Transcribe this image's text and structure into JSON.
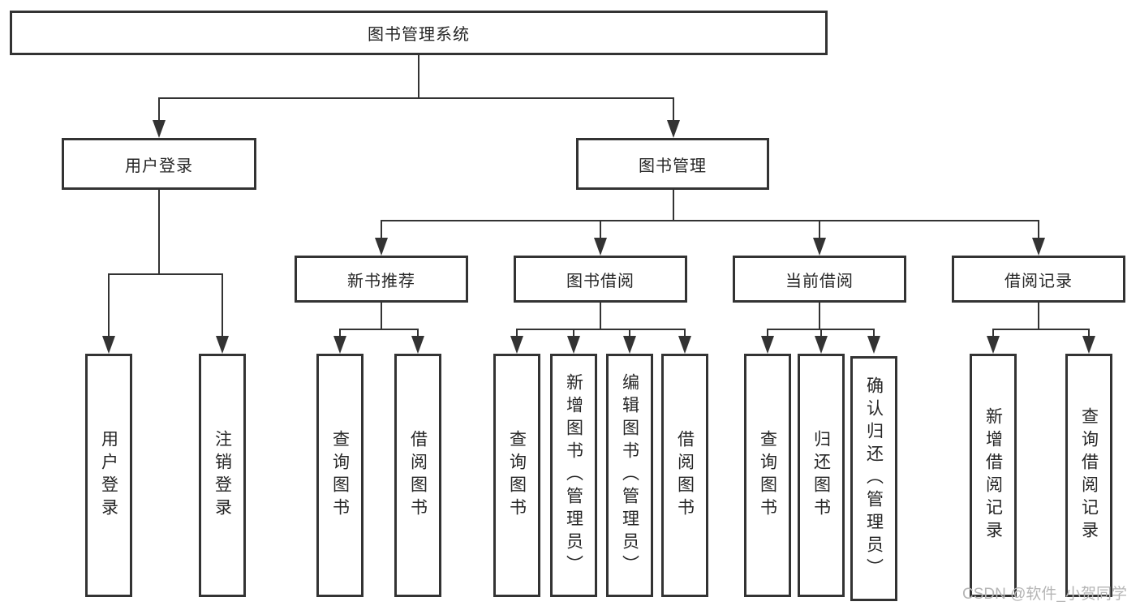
{
  "diagram_type": "function-structure-tree",
  "colors": {
    "line": "#333333",
    "node_border": "#333333",
    "node_text": "#262626",
    "watermark_text": "#b5b5b5",
    "background": "#ffffff"
  },
  "watermark": {
    "text": "CSDN @软件_小贺同学"
  },
  "tree": {
    "root": {
      "label": "图书管理系统",
      "children": [
        {
          "label": "用户登录",
          "children": [
            {
              "label": "用户登录"
            },
            {
              "label": "注销登录"
            }
          ]
        },
        {
          "label": "图书管理",
          "children": [
            {
              "label": "新书推荐",
              "children": [
                {
                  "label": "查询图书"
                },
                {
                  "label": "借阅图书"
                }
              ]
            },
            {
              "label": "图书借阅",
              "children": [
                {
                  "label": "查询图书"
                },
                {
                  "label": "新增图书（管理员）"
                },
                {
                  "label": "编辑图书（管理员）"
                },
                {
                  "label": "借阅图书"
                }
              ]
            },
            {
              "label": "当前借阅",
              "children": [
                {
                  "label": "查询图书"
                },
                {
                  "label": "归还图书"
                },
                {
                  "label": "确认归还（管理员）"
                }
              ]
            },
            {
              "label": "借阅记录",
              "children": [
                {
                  "label": "新增借阅记录"
                },
                {
                  "label": "查询借阅记录"
                }
              ]
            }
          ]
        }
      ]
    }
  }
}
